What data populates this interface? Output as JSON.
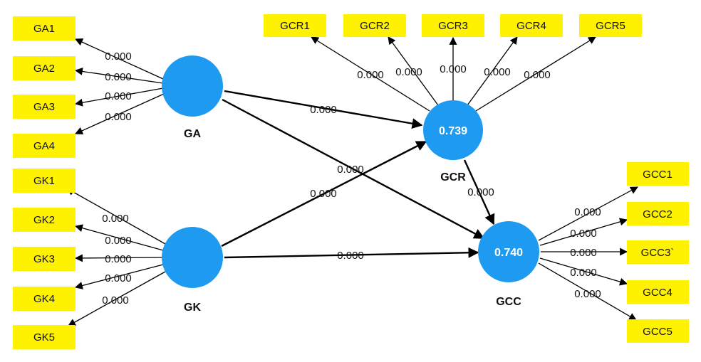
{
  "colors": {
    "latent_fill": "#1E9BF0",
    "indicator_fill": "#FFF200",
    "arrow": "#000000"
  },
  "latents": {
    "GA": {
      "name": "GA",
      "value": ""
    },
    "GK": {
      "name": "GK",
      "value": ""
    },
    "GCR": {
      "name": "GCR",
      "value": "0.739"
    },
    "GCC": {
      "name": "GCC",
      "value": "0.740"
    }
  },
  "indicators": {
    "GA1": "GA1",
    "GA2": "GA2",
    "GA3": "GA3",
    "GA4": "GA4",
    "GK1": "GK1",
    "GK2": "GK2",
    "GK3": "GK3",
    "GK4": "GK4",
    "GK5": "GK5",
    "GCR1": "GCR1",
    "GCR2": "GCR2",
    "GCR3": "GCR3",
    "GCR4": "GCR4",
    "GCR5": "GCR5",
    "GCC1": "GCC1",
    "GCC2": "GCC2",
    "GCC3": "GCC3`",
    "GCC4": "GCC4",
    "GCC5": "GCC5"
  },
  "loadings": {
    "GA1": "0.000",
    "GA2": "0.000",
    "GA3": "0.000",
    "GA4": "0.000",
    "GK1": "0.000",
    "GK2": "0.000",
    "GK3": "0.000",
    "GK4": "0.000",
    "GK5": "0.000",
    "GCR1": "0.000",
    "GCR2": "0.000",
    "GCR3": "0.000",
    "GCR4": "0.000",
    "GCR5": "0.000",
    "GCC1": "0.000",
    "GCC2": "0.000",
    "GCC3": "0.000",
    "GCC4": "0.000",
    "GCC5": "0.000"
  },
  "paths": {
    "GA_GCR": "0.000",
    "GA_GCC": "0.000",
    "GK_GCR": "0.000",
    "GK_GCC": "0.000",
    "GCR_GCC": "0.000"
  }
}
